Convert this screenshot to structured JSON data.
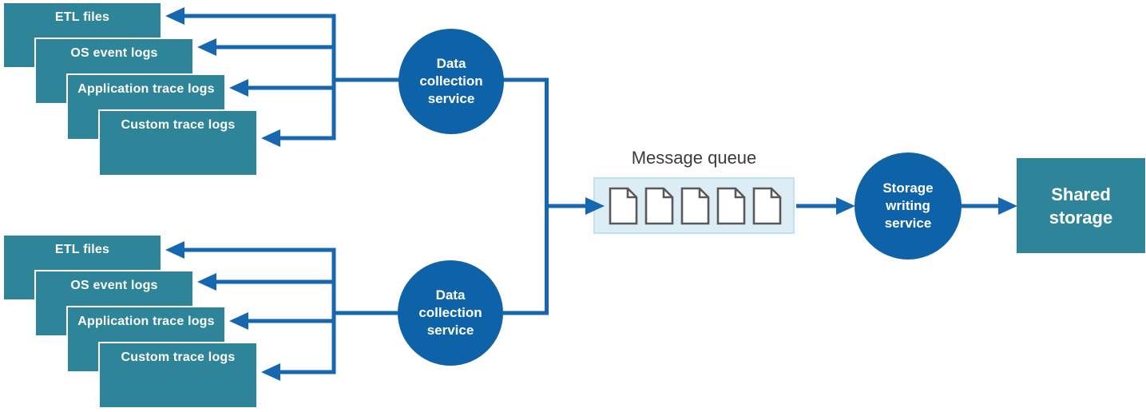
{
  "colors": {
    "source_box_fill": "#2E8599",
    "service_circle_fill": "#0E62A8",
    "connector_blue": "#1766B1",
    "queue_fill": "#DCEDF6",
    "queue_border": "#C1E1EF",
    "queue_title_text": "#3B3B3B",
    "document_icon_stroke": "#595959",
    "node_text": "#FFFFFF"
  },
  "pipelines": [
    {
      "sources": [
        "ETL files",
        "OS event logs",
        "Application trace logs",
        "Custom trace logs"
      ],
      "service_label": "Data collection service"
    },
    {
      "sources": [
        "ETL files",
        "OS event logs",
        "Application trace logs",
        "Custom trace logs"
      ],
      "service_label": "Data collection service"
    }
  ],
  "message_queue": {
    "title": "Message queue",
    "message_count": 5,
    "message_icon": "document-icon"
  },
  "storage_writing_service_label": "Storage writing service",
  "shared_storage_label": "Shared storage"
}
